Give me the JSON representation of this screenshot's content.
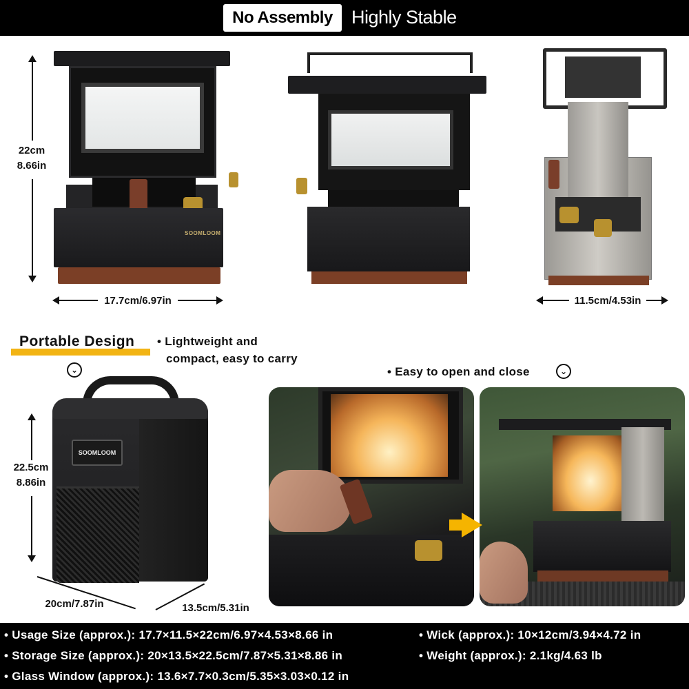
{
  "header": {
    "badge": "No Assembly",
    "tagline": "Highly Stable"
  },
  "dimensions": {
    "front_height_cm": "22cm",
    "front_height_in": "8.66in",
    "front_width": "17.7cm/6.97in",
    "back_width": "11.5cm/4.53in",
    "bag_height_cm": "22.5cm",
    "bag_height_in": "8.86in",
    "bag_width": "20cm/7.87in",
    "bag_depth": "13.5cm/5.31in"
  },
  "brand": {
    "heater_logo": "SOOMLOOM",
    "bag_logo": "SOOMLOOM"
  },
  "portable": {
    "title": "Portable Design",
    "bullet_line1": "• Lightweight and",
    "bullet_line2": "compact, easy to carry",
    "chevron": "⌄"
  },
  "open_close": {
    "text": "• Easy to open and close",
    "chevron": "⌄"
  },
  "specs": {
    "usage": "• Usage Size (approx.): 17.7×11.5×22cm/6.97×4.53×8.66 in",
    "storage": "• Storage Size (approx.): 20×13.5×22.5cm/7.87×5.31×8.86 in",
    "glass": "• Glass Window (approx.): 13.6×7.7×0.3cm/5.35×3.03×0.12 in",
    "wick": "• Wick (approx.): 10×12cm/3.94×4.72 in",
    "weight": "• Weight (approx.): 2.1kg/4.63 lb"
  },
  "colors": {
    "header_bg": "#000000",
    "accent_yellow": "#f2b414",
    "wood": "#7b3f26",
    "brass": "#b8912f"
  }
}
